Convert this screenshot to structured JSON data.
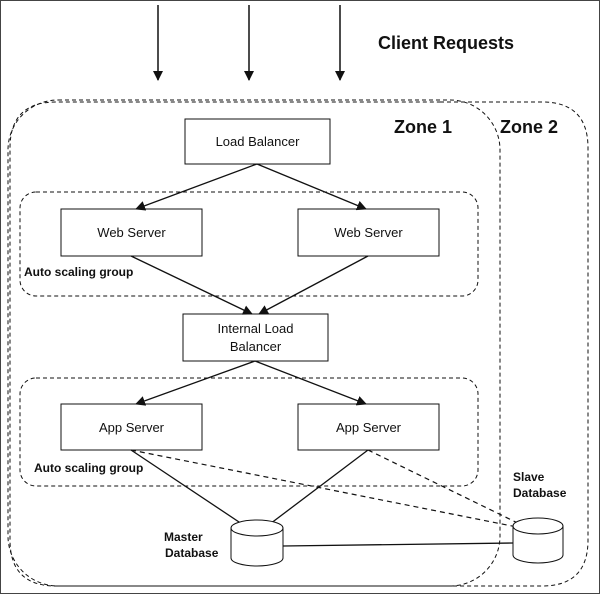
{
  "title": "Client Requests",
  "zones": {
    "zone1": "Zone 1",
    "zone2": "Zone 2"
  },
  "nodes": {
    "load_balancer": "Load Balancer",
    "web_server_1": "Web Server",
    "web_server_2": "Web Server",
    "internal_lb_line1": "Internal Load",
    "internal_lb_line2": "Balancer",
    "app_server_1": "App Server",
    "app_server_2": "App Server"
  },
  "groups": {
    "web_group": "Auto scaling group",
    "app_group": "Auto scaling group"
  },
  "databases": {
    "master_line1": "Master",
    "master_line2": "Database",
    "slave_line1": "Slave",
    "slave_line2": "Database"
  }
}
